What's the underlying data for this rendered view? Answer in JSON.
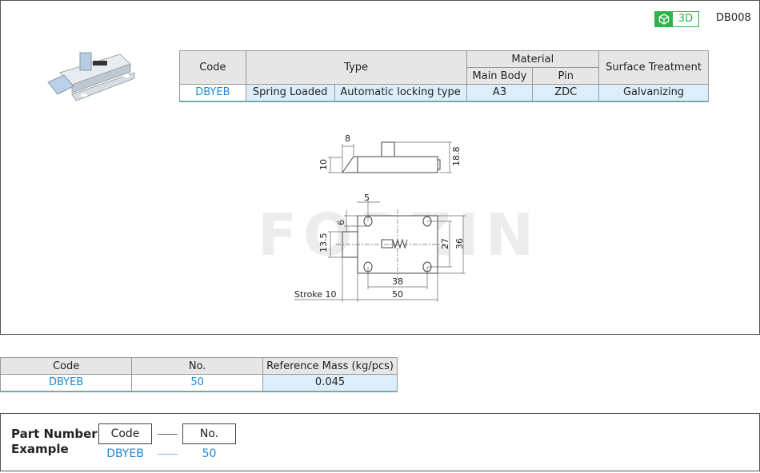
{
  "header": {
    "badge_label": "3D",
    "badge_icon": "cube-icon",
    "product_id": "DB008",
    "accent": "#2db34a"
  },
  "spec_table": {
    "headers": {
      "code": "Code",
      "type": "Type",
      "material": "Material",
      "main_body": "Main Body",
      "pin": "Pin",
      "surface": "Surface Treatment"
    },
    "row": {
      "code": "DBYEB",
      "type1": "Spring Loaded",
      "type2": "Automatic locking type",
      "main_body": "A3",
      "pin": "ZDC",
      "surface": "Galvanizing"
    }
  },
  "drawing": {
    "watermark": "FORZIN",
    "dims": {
      "d8": "8",
      "d10": "10",
      "d18_8": "18.8",
      "d5": "5",
      "d6": "6",
      "d13_5": "13.5",
      "d27": "27",
      "d36": "36",
      "d38": "38",
      "d50": "50",
      "stroke": "Stroke 10"
    }
  },
  "mass_table": {
    "headers": [
      "Code",
      "No.",
      "Reference Mass (kg/pcs)"
    ],
    "row": [
      "DBYEB",
      "50",
      "0.045"
    ]
  },
  "part_number": {
    "title_line1": "Part Number",
    "title_line2": "Example",
    "code_label": "Code",
    "no_label": "No.",
    "code_value": "DBYEB",
    "no_value": "50"
  },
  "colors": {
    "code_blue": "#1e88d4",
    "cell_blue": "#ddeefa",
    "header_gray": "#e6e6e6"
  }
}
